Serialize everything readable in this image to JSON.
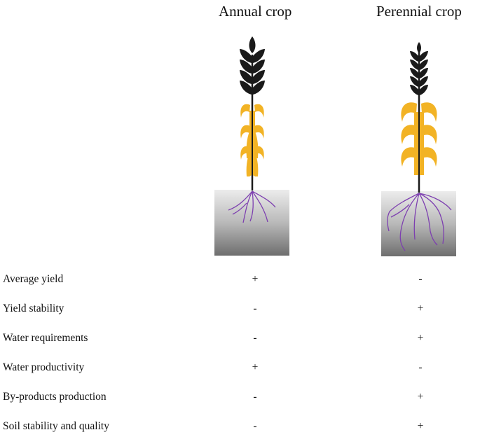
{
  "headers": {
    "annual": "Annual crop",
    "perennial": "Perennial crop"
  },
  "colors": {
    "grain": "#1a1a1a",
    "leaf": "#f2b325",
    "root": "#7d3fb0",
    "stem": "#1a1a1a"
  },
  "rows": [
    {
      "label": "Average yield",
      "annual": "+",
      "perennial": "-"
    },
    {
      "label": "Yield stability",
      "annual": "-",
      "perennial": "+"
    },
    {
      "label": "Water requirements",
      "annual": "-",
      "perennial": "+"
    },
    {
      "label": "Water productivity",
      "annual": "+",
      "perennial": "-"
    },
    {
      "label": "By-products production",
      "annual": "-",
      "perennial": "+"
    },
    {
      "label": "Soil stability and quality",
      "annual": "-",
      "perennial": "+"
    }
  ]
}
